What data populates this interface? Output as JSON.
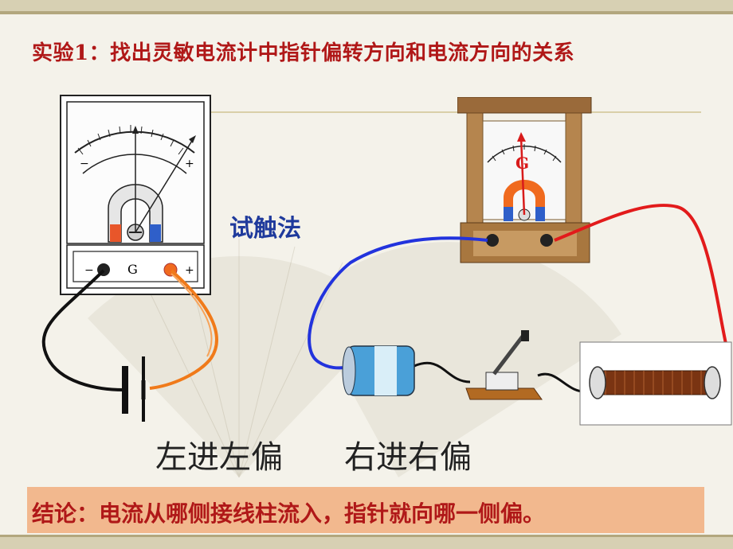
{
  "title": "实验1：找出灵敏电流计中指针偏转方向和电流方向的关系",
  "method_label": "试触法",
  "rules": {
    "left": "左进左偏",
    "right": "右进右偏"
  },
  "conclusion": "结论：电流从哪侧接线柱流入，指针就向哪一侧偏。",
  "diagram_labels": {
    "galvanometer_symbol": "G",
    "minus_sign": "−",
    "plus_sign": "+"
  },
  "colors": {
    "title_red": "#b01818",
    "method_blue": "#1f3a9c",
    "highlight_orange": "#f2b88e",
    "wire_blue": "#2233dd",
    "wire_red": "#e21b1b",
    "wire_orange": "#f07a1a"
  }
}
